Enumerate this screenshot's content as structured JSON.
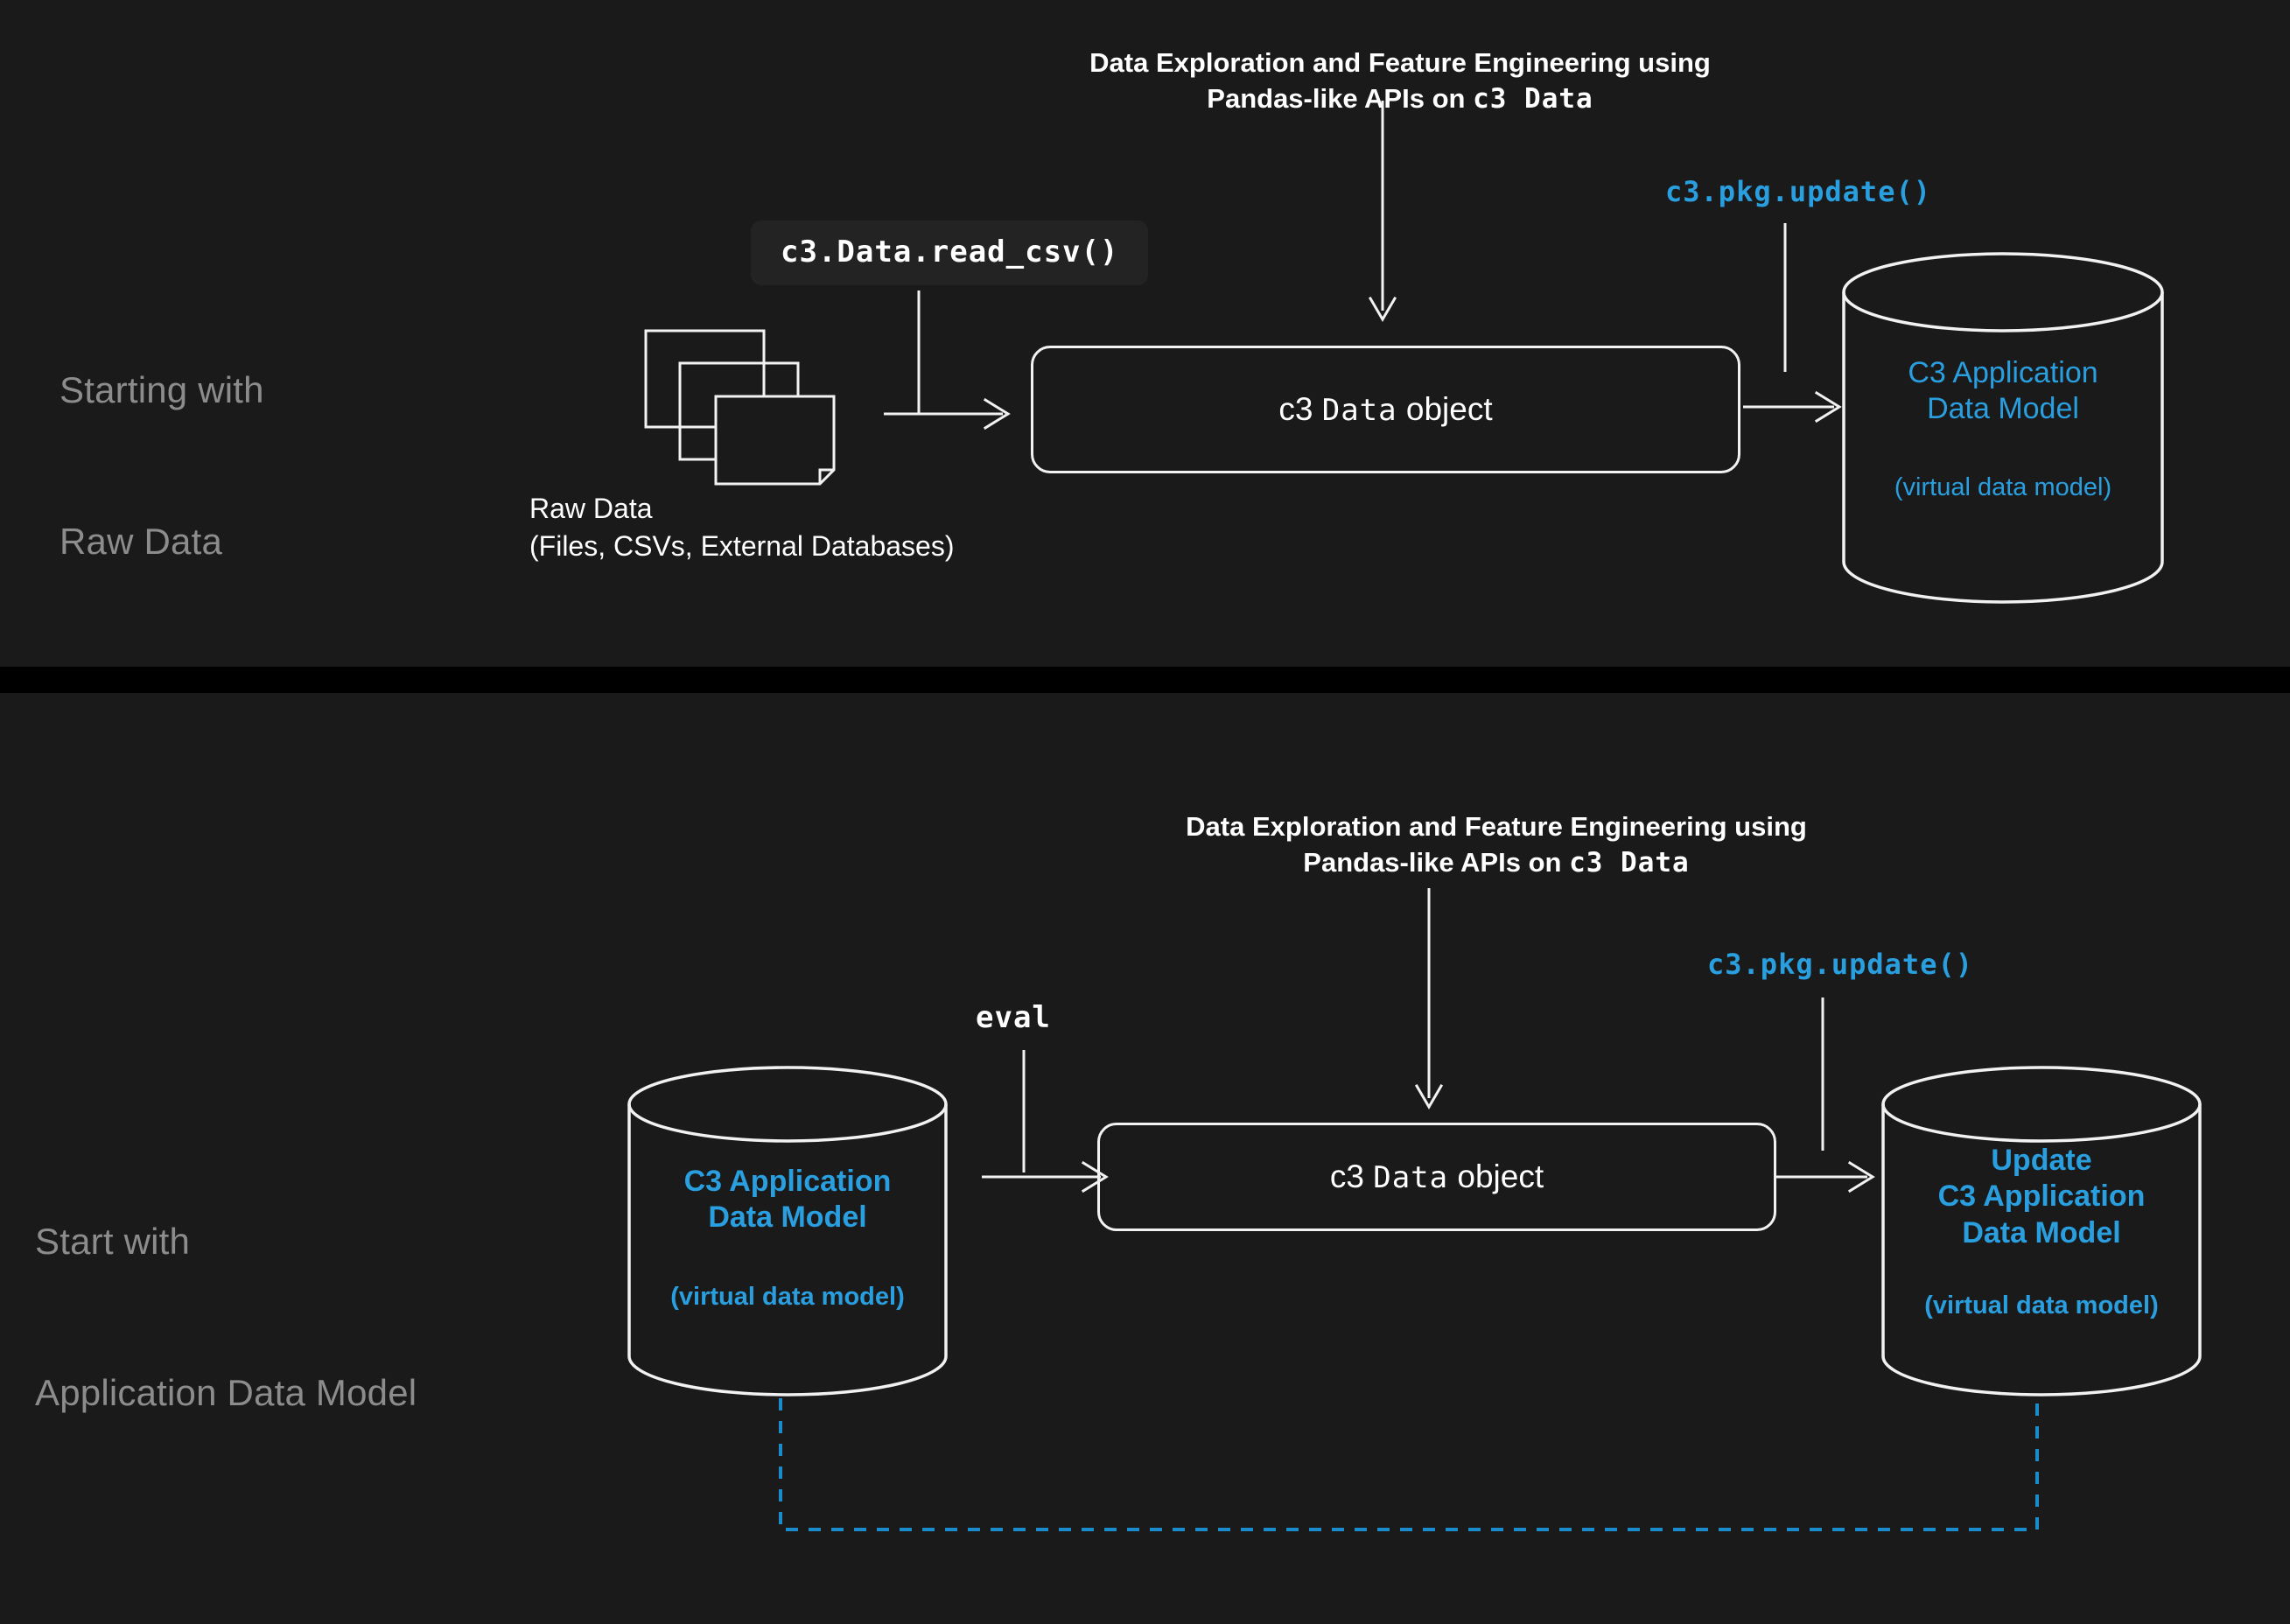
{
  "colors": {
    "background": "#1a1a1a",
    "divider": "#000000",
    "stroke_white": "#f2f2f2",
    "accent_blue": "#2a9fe0",
    "dashed_blue": "#1a8ccc",
    "caption_gray": "#8c8c8c",
    "code_box_bg": "#232323",
    "text_white": "#ffffff"
  },
  "diagram": {
    "title_row1": {
      "line1": "Data Exploration and Feature Engineering using",
      "line2_a": "Pandas-like  APIs on ",
      "line2_mono": "c3 Data"
    },
    "title_row2": {
      "line1": "Data Exploration and Feature Engineering using",
      "line2_a": "Pandas-like  APIs on ",
      "line2_mono": "c3 Data"
    }
  },
  "row1": {
    "caption": {
      "line1": "Starting with",
      "line2": "Raw Data"
    },
    "read_csv_label": "c3.Data.read_csv()",
    "pkg_update_label": "c3.pkg.update()",
    "raw_data": {
      "line1": "Raw Data",
      "line2": "(Files, CSVs, External Databases)"
    },
    "data_object": {
      "prefix": "c3 ",
      "mono": "Data",
      "suffix": " object"
    },
    "cylinder": {
      "title_line1": "C3 Application",
      "title_line2": "Data Model",
      "subtitle": "(virtual data model)"
    }
  },
  "row2": {
    "caption": {
      "line1": "Start with",
      "line2": "Application Data Model"
    },
    "eval_label": "eval",
    "pkg_update_label": "c3.pkg.update()",
    "data_object": {
      "prefix": "c3 ",
      "mono": "Data",
      "suffix": " object"
    },
    "cylinder_left": {
      "title_line1": "C3 Application",
      "title_line2": "Data Model",
      "subtitle": "(virtual data model)"
    },
    "cylinder_right": {
      "title_line0": "Update",
      "title_line1": "C3 Application",
      "title_line2": "Data Model",
      "subtitle": "(virtual data model)"
    }
  }
}
